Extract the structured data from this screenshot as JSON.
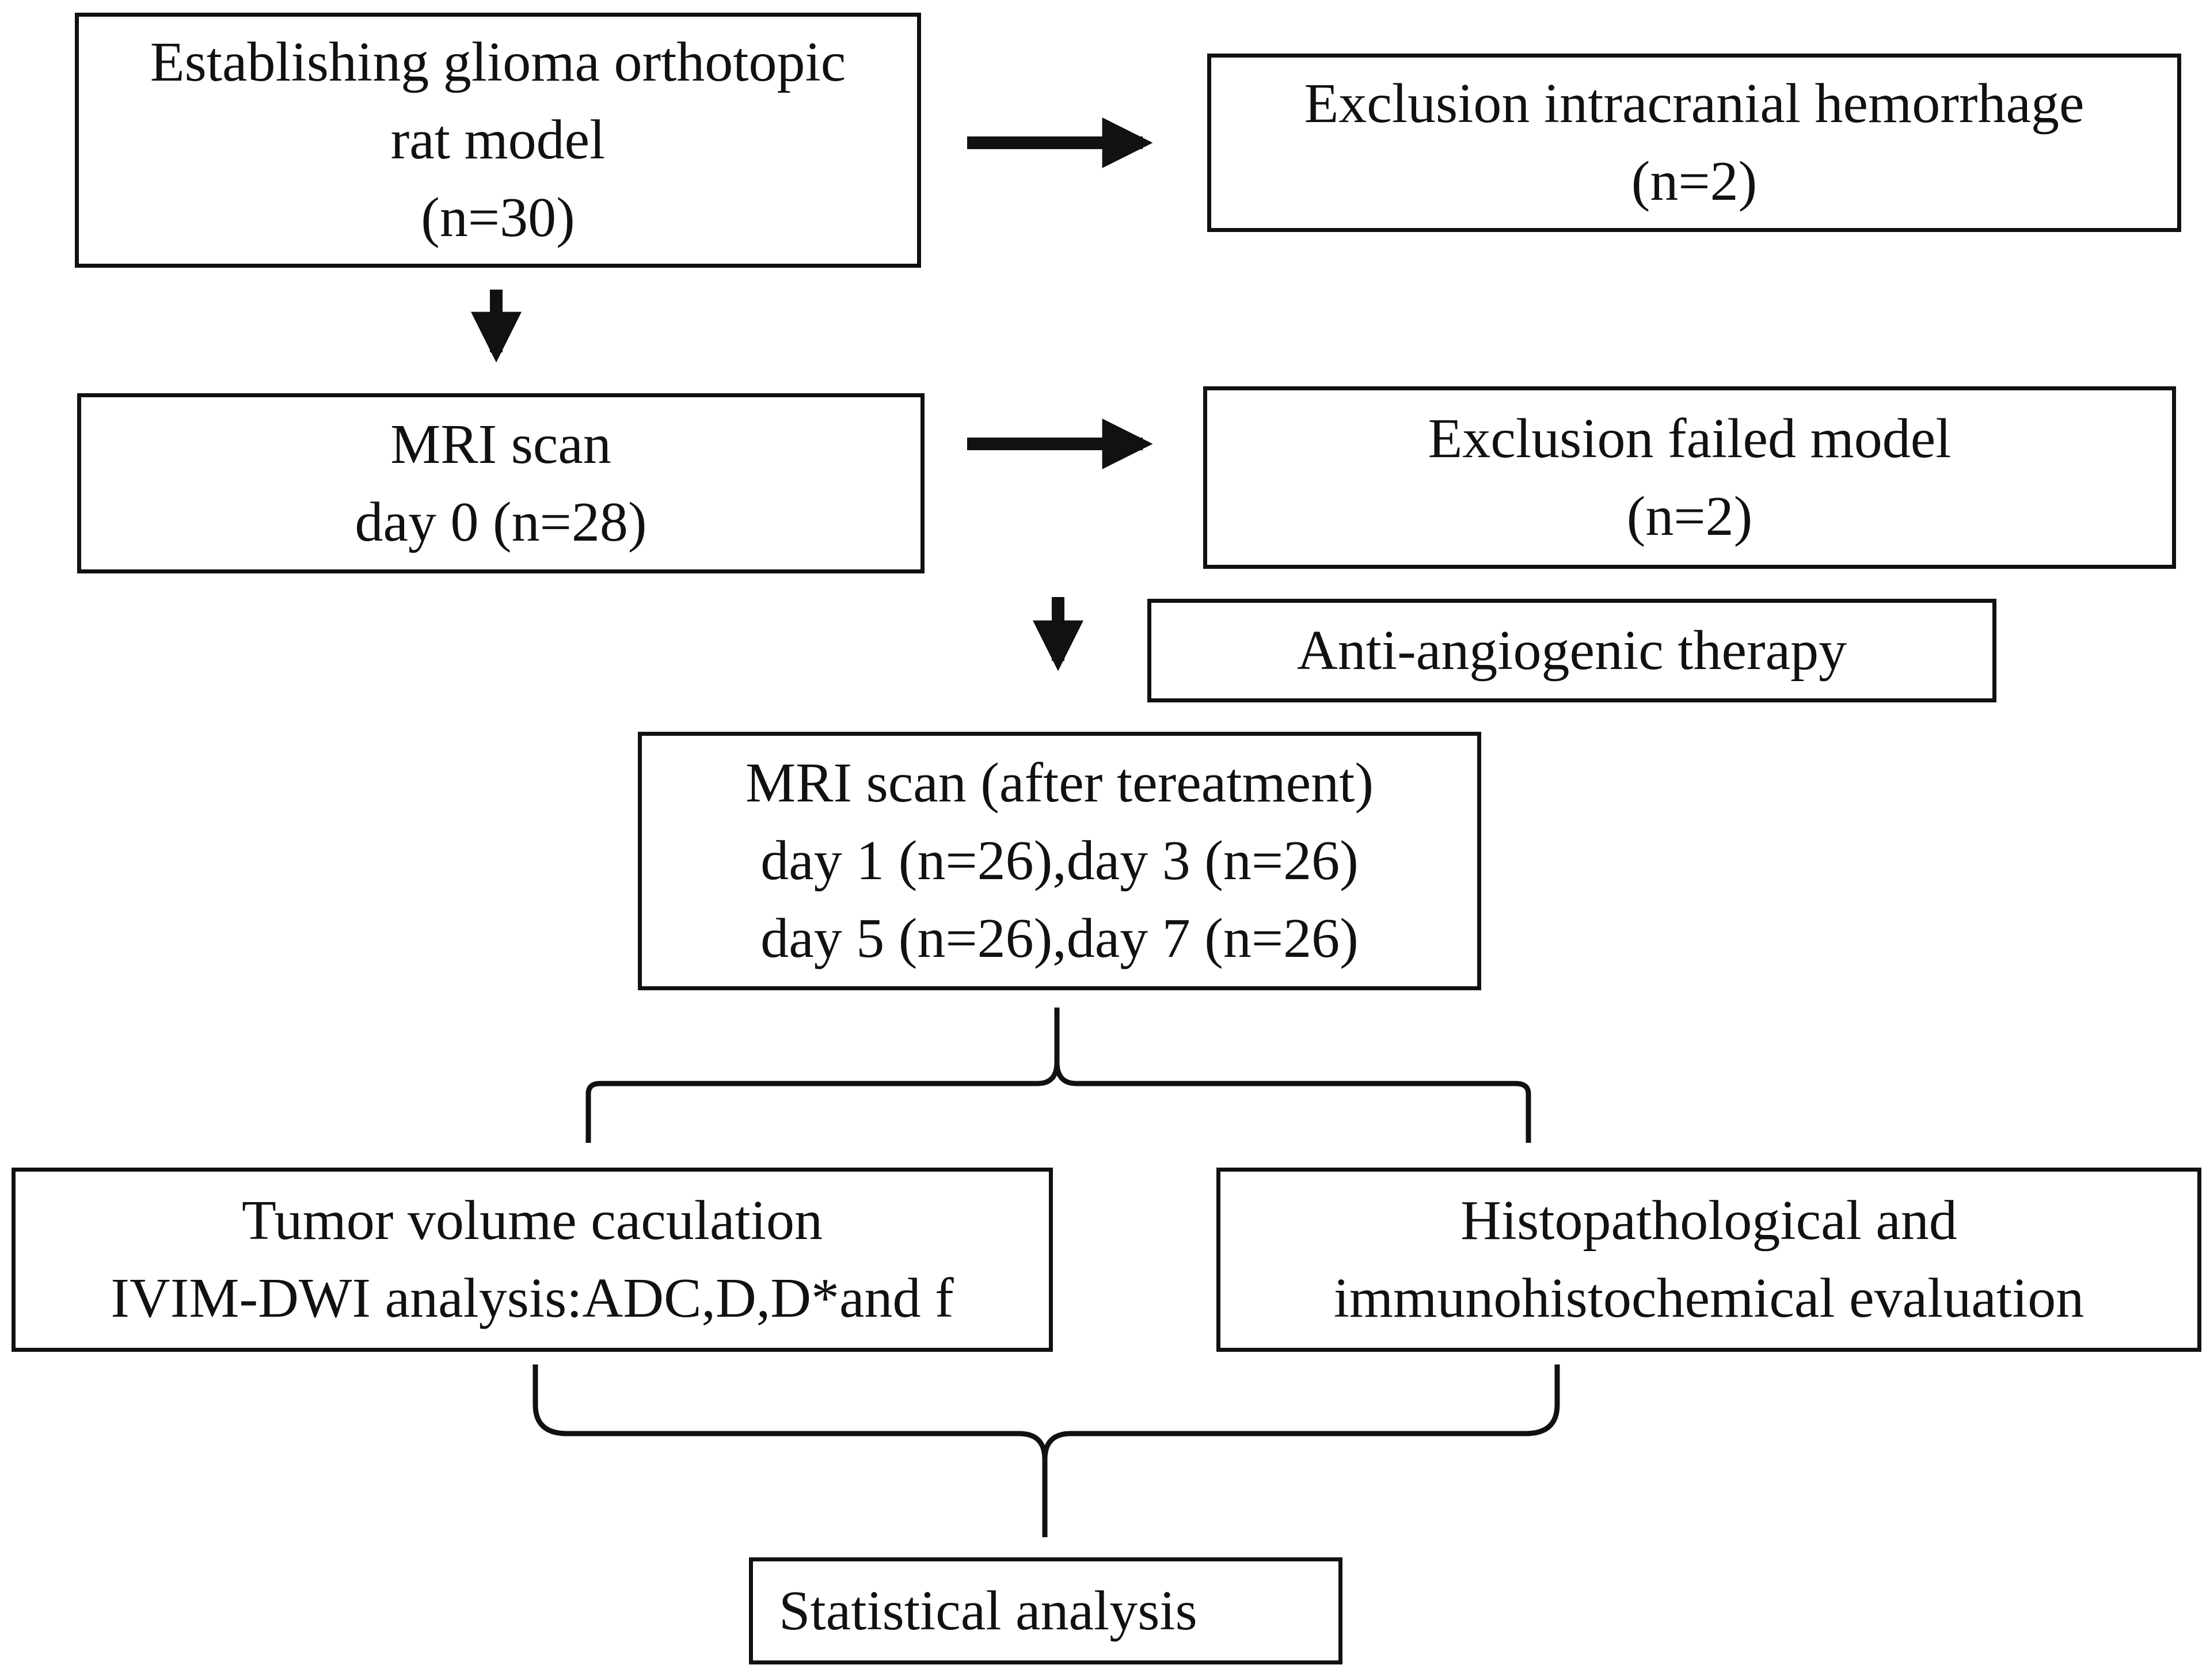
{
  "boxes": {
    "establish": {
      "lines": [
        "Establishing glioma orthotopic",
        "rat model",
        "(n=30)"
      ]
    },
    "hemorrhage": {
      "lines": [
        "Exclusion intracranial hemorrhage",
        "(n=2)"
      ]
    },
    "mri_day0": {
      "lines": [
        "MRI scan",
        "day 0 (n=28)"
      ]
    },
    "failed_model": {
      "lines": [
        "Exclusion failed model",
        "(n=2)"
      ]
    },
    "therapy": {
      "lines": [
        "Anti-angiogenic therapy"
      ]
    },
    "mri_after": {
      "lines": [
        "MRI scan (after tereatment)",
        "day 1 (n=26),day 3 (n=26)",
        "day 5 (n=26),day 7 (n=26)"
      ]
    },
    "tumor_analysis": {
      "lines": [
        "Tumor volume caculation",
        "IVIM-DWI analysis:ADC,D,D*and f"
      ]
    },
    "histopathology": {
      "lines": [
        "Histopathological and",
        "immunohistochemical evaluation"
      ]
    },
    "statistics": {
      "lines": [
        "Statistical analysis"
      ]
    }
  }
}
